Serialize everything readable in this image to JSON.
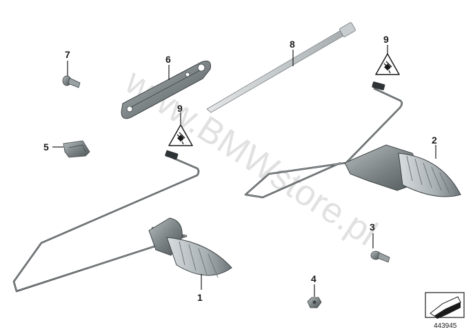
{
  "callouts": {
    "c1": "1",
    "c2": "2",
    "c3": "3",
    "c4": "4",
    "c5": "5",
    "c6": "6",
    "c7": "7",
    "c8": "8",
    "c9a": "9",
    "c9b": "9"
  },
  "watermark": "www.BMWstore.pl",
  "diagram_number": "443945",
  "colors": {
    "line": "#1a1a1a",
    "part_dark": "#5f6668",
    "part_mid": "#8d9496",
    "part_light": "#c3c8ca",
    "watermark": "#c9c9c9"
  },
  "icons": {
    "warning": "electrical-plug-warning-icon",
    "orientation": "arrow-orientation-icon"
  }
}
